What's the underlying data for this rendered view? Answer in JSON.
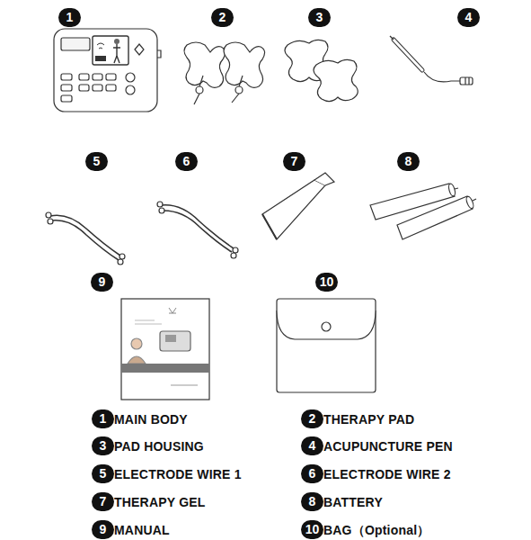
{
  "diagram": {
    "labels": [
      "1",
      "2",
      "3",
      "4",
      "5",
      "6",
      "7",
      "8",
      "9",
      "10",
      "1",
      "MAIN BODY",
      "2",
      "THERAPY PAD",
      "3",
      "PAD HOUSING",
      "4",
      "ACUPUNCTURE PEN",
      "5",
      "ELECTRODE WIRE 1",
      "6",
      "ELECTRODE WIRE 2",
      "7",
      "THERAPY GEL",
      "8",
      "BATTERY",
      "9",
      "MANUAL",
      "10",
      "BAG（Optional）"
    ]
  }
}
